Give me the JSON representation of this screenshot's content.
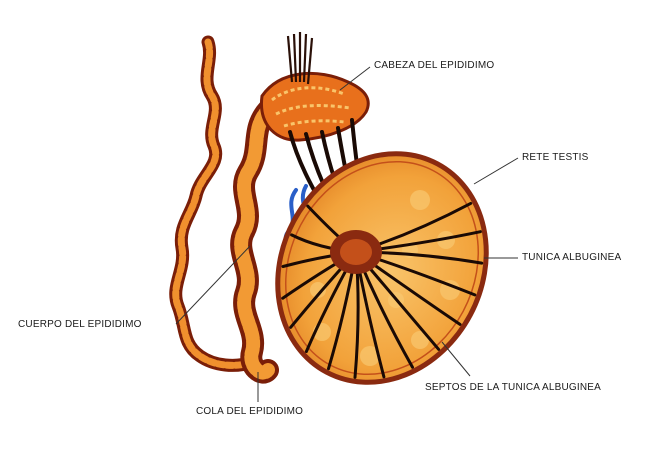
{
  "labels": {
    "cabeza": "CABEZA DEL EPIDIDIMO",
    "rete": "RETE TESTIS",
    "tunica": "TUNICA ALBUGINEA",
    "cuerpo": "CUERPO DEL EPIDIDIMO",
    "septos": "SEPTOS DE LA TUNICA ALBUGINEA",
    "cola": "COLA DEL EPIDIDIMO"
  },
  "colors": {
    "testis_fill": "#f2a23a",
    "testis_inner": "#f7c060",
    "capsule": "#8a2a10",
    "septa": "#1a0a05",
    "duct": "#e8701c",
    "duct_dark": "#7a1e08",
    "vessels": "#2a5fc8"
  }
}
